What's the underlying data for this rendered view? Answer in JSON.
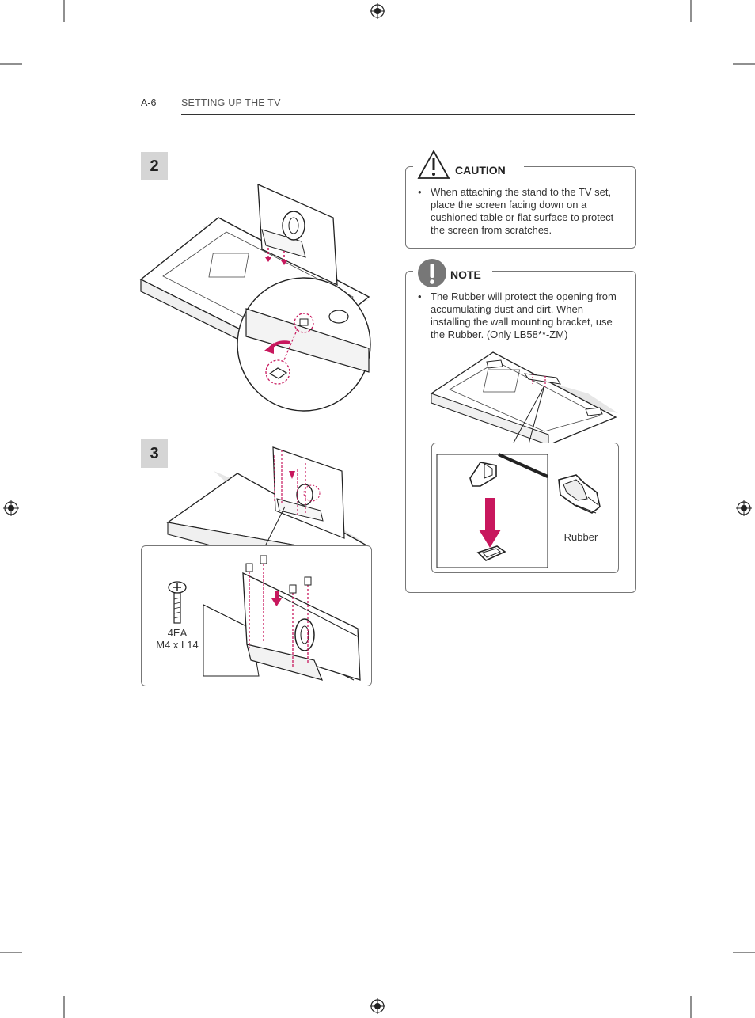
{
  "header": {
    "page_number": "A-6",
    "section_title": "SETTING UP THE TV"
  },
  "steps": [
    {
      "number": "2"
    },
    {
      "number": "3",
      "screw_qty": "4EA",
      "screw_spec": "M4 x L14"
    }
  ],
  "caution": {
    "title": "CAUTION",
    "bullets": [
      "When attaching the stand to the TV set, place the screen facing down on a cushioned table or flat surface to protect the screen from scratches."
    ]
  },
  "note": {
    "title": "NOTE",
    "bullets": [
      "The Rubber will protect the opening from accumulating dust and dirt. When installing the wall mounting bracket, use the Rubber. (Only LB58**-ZM)"
    ],
    "rubber_label": "Rubber"
  },
  "colors": {
    "accent_magenta": "#c8175d",
    "badge_gray": "#d5d5d5",
    "line": "#222222"
  }
}
